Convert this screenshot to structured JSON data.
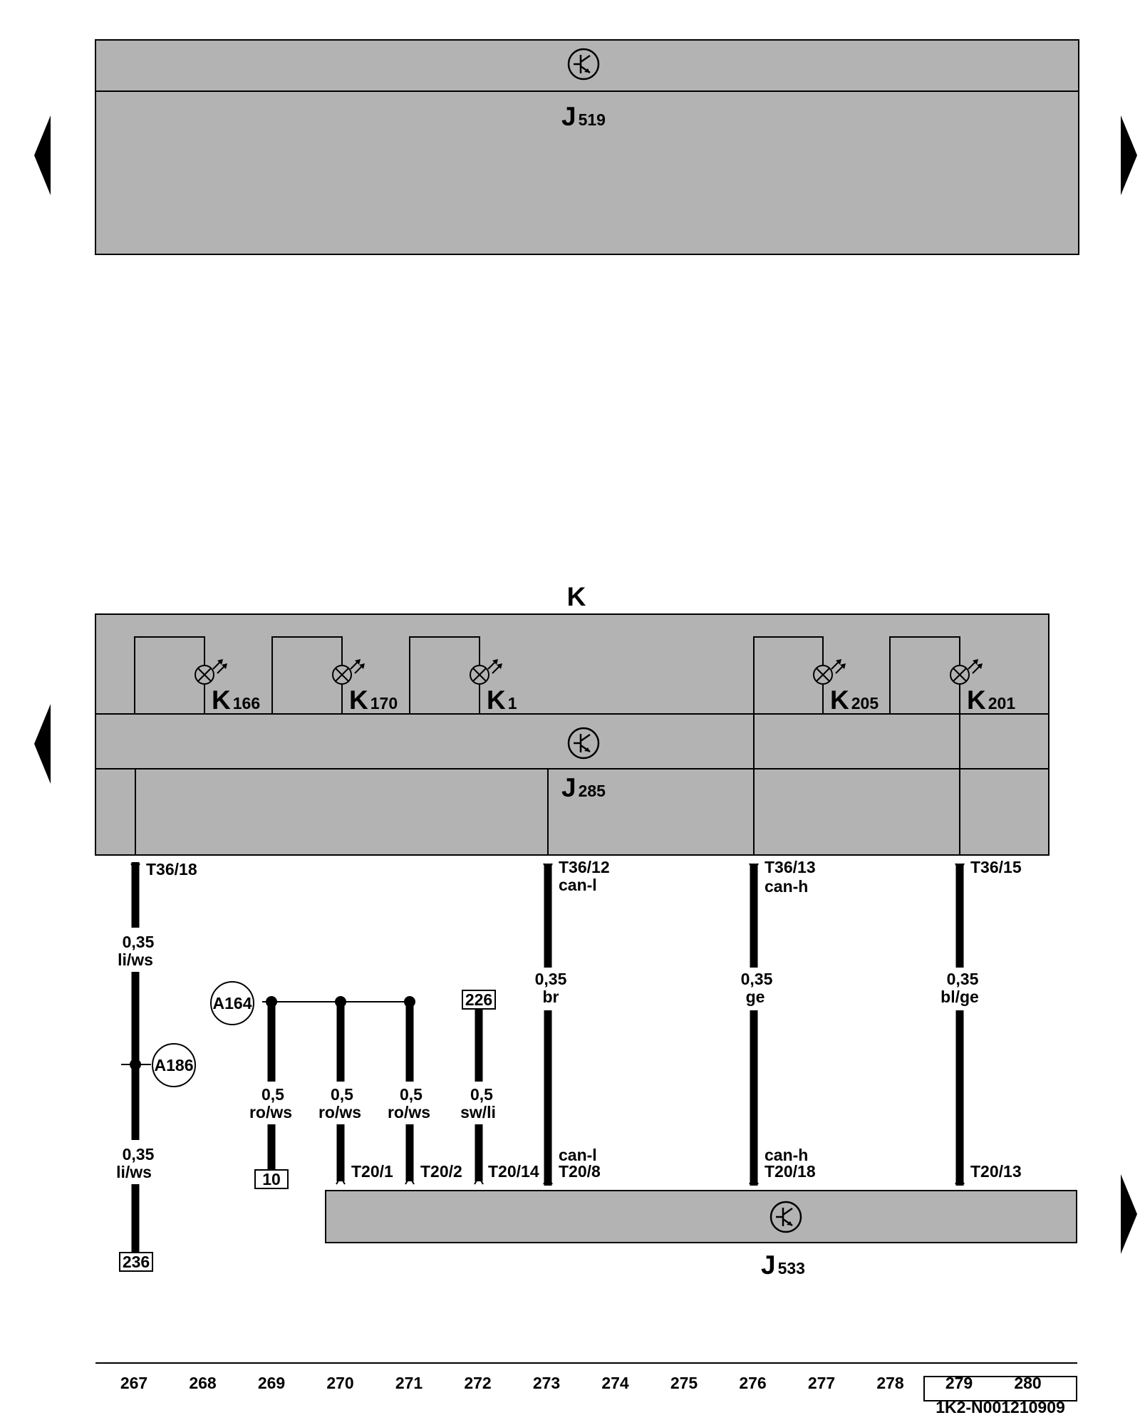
{
  "components": {
    "J519": {
      "letter": "J",
      "sub": "519"
    },
    "K": {
      "label": "K"
    },
    "J285": {
      "letter": "J",
      "sub": "285"
    },
    "J533": {
      "letter": "J",
      "sub": "533"
    },
    "lamps": [
      {
        "letter": "K",
        "sub": "166"
      },
      {
        "letter": "K",
        "sub": "170"
      },
      {
        "letter": "K",
        "sub": "1"
      },
      {
        "letter": "K",
        "sub": "205"
      },
      {
        "letter": "K",
        "sub": "201"
      }
    ]
  },
  "connectors": {
    "t36_18": "T36/18",
    "t36_12": "T36/12",
    "t36_12_sig": "can-l",
    "t36_13": "T36/13",
    "t36_13_sig": "can-h",
    "t36_15": "T36/15",
    "t20_1": "T20/1",
    "t20_2": "T20/2",
    "t20_14": "T20/14",
    "t20_8": "T20/8",
    "t20_8_sig": "can-l",
    "t20_18": "T20/18",
    "t20_18_sig": "can-h",
    "t20_13": "T20/13"
  },
  "wires": {
    "w267_upper": {
      "size": "0,35",
      "color": "li/ws"
    },
    "w267_lower": {
      "size": "0,35",
      "color": "li/ws"
    },
    "w269": {
      "size": "0,5",
      "color": "ro/ws"
    },
    "w270": {
      "size": "0,5",
      "color": "ro/ws"
    },
    "w271": {
      "size": "0,5",
      "color": "ro/ws"
    },
    "w272": {
      "size": "0,5",
      "color": "sw/li"
    },
    "w273": {
      "size": "0,35",
      "color": "br"
    },
    "w276": {
      "size": "0,35",
      "color": "ge"
    },
    "w279": {
      "size": "0,35",
      "color": "bl/ge"
    }
  },
  "junctions": {
    "a164": "A164",
    "a186": "A186"
  },
  "references": {
    "r236": "236",
    "r10": "10",
    "r226": "226"
  },
  "columns": [
    "267",
    "268",
    "269",
    "270",
    "271",
    "272",
    "273",
    "274",
    "275",
    "276",
    "277",
    "278",
    "279",
    "280"
  ],
  "diagram_code": "1K2-N001210909",
  "colors": {
    "module_fill": "#b3b3b3",
    "line": "#000000"
  }
}
